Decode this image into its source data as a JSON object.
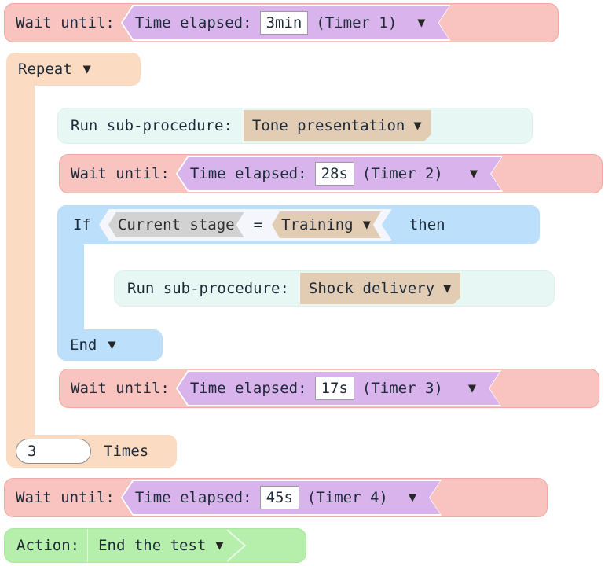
{
  "program": {
    "blocks": [
      {
        "id": "wait-1",
        "type": "wait-until",
        "label": "Wait until:",
        "condition_label": "Time elapsed:",
        "value": "3min",
        "timer": "(Timer 1)",
        "caret": "▼"
      },
      {
        "id": "repeat-1",
        "type": "repeat",
        "label": "Repeat",
        "caret": "▼",
        "count": "3",
        "count_suffix": "Times"
      },
      {
        "id": "run-1",
        "type": "run-subprocedure",
        "label": "Run sub-procedure:",
        "value": "Tone presentation",
        "caret": "▼"
      },
      {
        "id": "wait-2",
        "type": "wait-until",
        "label": "Wait until:",
        "condition_label": "Time elapsed:",
        "value": "28s",
        "timer": "(Timer 2)",
        "caret": "▼"
      },
      {
        "id": "if-1",
        "type": "if",
        "label": "If",
        "variable": "Current stage",
        "operator": "=",
        "value": "Training",
        "caret": "▼",
        "then_label": "then",
        "end_label": "End",
        "end_caret": "▼"
      },
      {
        "id": "run-2",
        "type": "run-subprocedure",
        "label": "Run sub-procedure:",
        "value": "Shock delivery",
        "caret": "▼"
      },
      {
        "id": "wait-3",
        "type": "wait-until",
        "label": "Wait until:",
        "condition_label": "Time elapsed:",
        "value": "17s",
        "timer": "(Timer 3)",
        "caret": "▼"
      },
      {
        "id": "wait-4",
        "type": "wait-until",
        "label": "Wait until:",
        "condition_label": "Time elapsed:",
        "value": "45s",
        "timer": "(Timer 4)",
        "caret": "▼"
      },
      {
        "id": "action-1",
        "type": "action",
        "label": "Action:",
        "value": "End the test",
        "caret": "▼"
      }
    ]
  },
  "colors": {
    "wait_block": "#f9c3bf",
    "wait_block_border": "#f0a9a4",
    "condition_hex": "#d9b3ec",
    "repeat_block": "#fbdcc3",
    "if_block": "#bcdffb",
    "run_block": "#e6f7f4",
    "dropdown_tan": "#e3ccb4",
    "variable_gray": "#d2d2d2",
    "action_block": "#b6eeac",
    "input_background": "#ffffff",
    "text": "#1d2a38"
  }
}
